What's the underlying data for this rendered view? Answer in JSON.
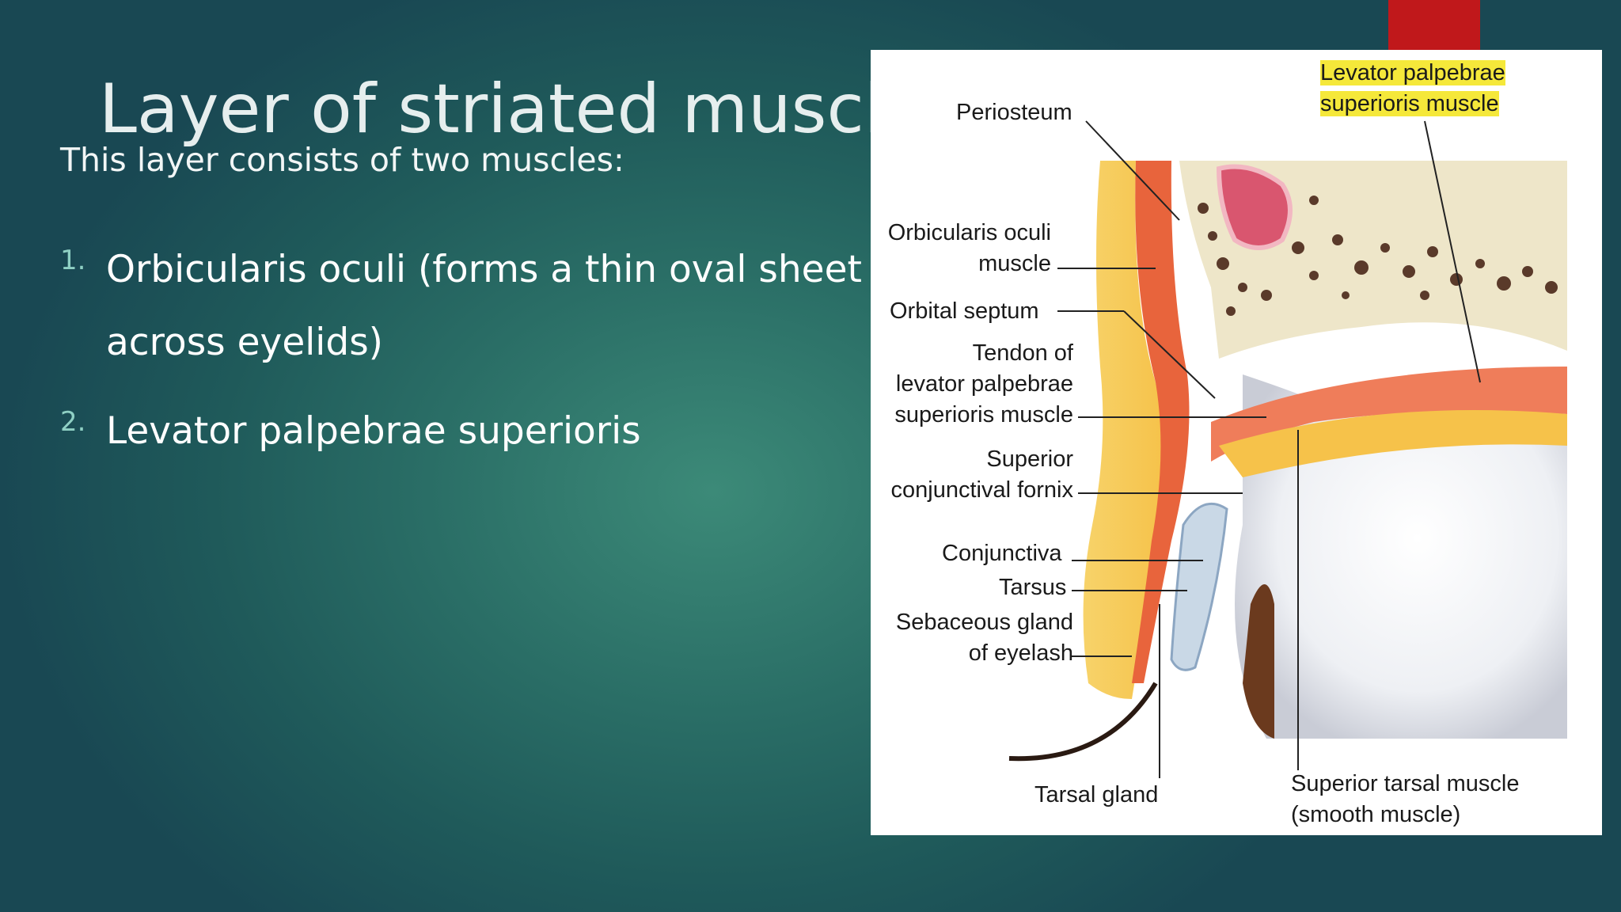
{
  "slide": {
    "title": "Layer of striated muscles",
    "intro": "This layer consists of two muscles:",
    "items": [
      {
        "number": "1.",
        "text": "Orbicularis oculi (forms a thin oval sheet across eyelids)"
      },
      {
        "number": "2.",
        "text": "Levator palpebrae superioris"
      }
    ]
  },
  "figure": {
    "labels": {
      "periosteum": "Periosteum",
      "levator_line1": "Levator palpebrae",
      "levator_line2": "superioris muscle",
      "orbicularis_line1": "Orbicularis oculi",
      "orbicularis_line2": "muscle",
      "orbital_septum": "Orbital septum",
      "tendon_line1": "Tendon of",
      "tendon_line2": "levator palpebrae",
      "tendon_line3": "superioris muscle",
      "fornix_line1": "Superior",
      "fornix_line2": "conjunctival fornix",
      "conjunctiva": "Conjunctiva",
      "tarsus": "Tarsus",
      "sebaceous_line1": "Sebaceous gland",
      "sebaceous_line2": "of eyelash",
      "tarsal_gland": "Tarsal gland",
      "superior_tarsal_line1": "Superior tarsal muscle",
      "superior_tarsal_line2": "(smooth muscle)"
    }
  },
  "colors": {
    "accent_red": "#c0181b",
    "label_highlight": "#f5e83a",
    "list_number": "#8fd0c4"
  }
}
